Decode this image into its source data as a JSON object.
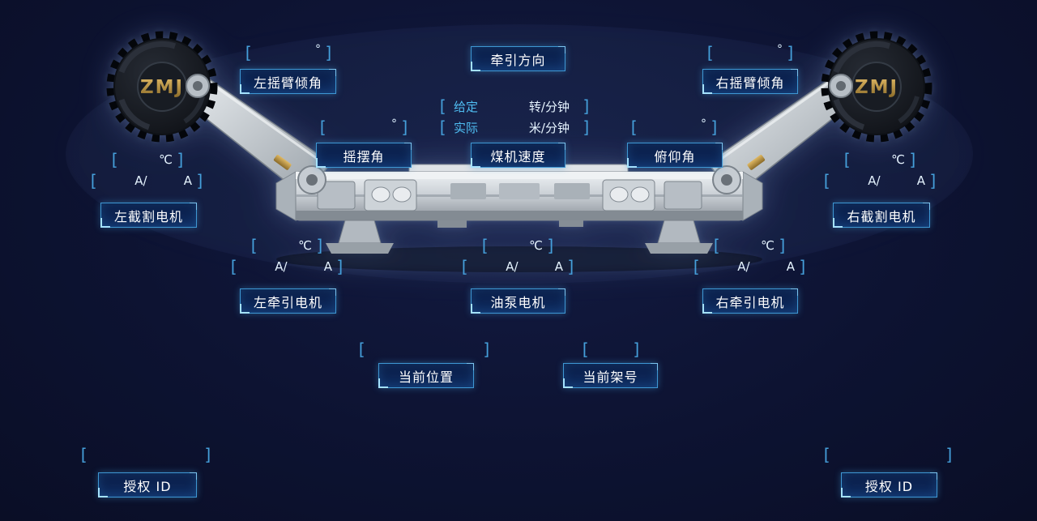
{
  "theme": {
    "background": "#0d1332",
    "panel_border": "#3e97d3",
    "panel_fill_top": "#0a1c45",
    "panel_fill_bottom": "#0f2d62",
    "bracket_color": "#459fda",
    "readout_name_color": "#4fbdf2",
    "unit_color": "#e6f4ff",
    "label_text_color": "#ffffff",
    "drum_logo_color": "#b08c3c"
  },
  "units": {
    "bracket_open": "[",
    "bracket_close": "]",
    "degree": "°",
    "celsius": "℃",
    "amp_first": "A/",
    "amp_second": "A"
  },
  "machine": {
    "drum_logo": "ZMJ"
  },
  "labels": {
    "left_rocker_tilt": "左摇臂倾角",
    "traction_direction": "牵引方向",
    "right_rocker_tilt": "右摇臂倾角",
    "swing_angle": "摇摆角",
    "shearer_speed": "煤机速度",
    "pitch_angle": "俯仰角",
    "left_cutting_motor": "左截割电机",
    "right_cutting_motor": "右截割电机",
    "left_traction_motor": "左牵引电机",
    "oil_pump_motor": "油泵电机",
    "right_traction_motor": "右牵引电机",
    "current_position": "当前位置",
    "current_support_number": "当前架号",
    "authorization_id": "授权 ID"
  },
  "speed_readout": {
    "setpoint_label": "给定",
    "setpoint_unit": "转/分钟",
    "actual_label": "实际",
    "actual_unit": "米/分钟"
  }
}
